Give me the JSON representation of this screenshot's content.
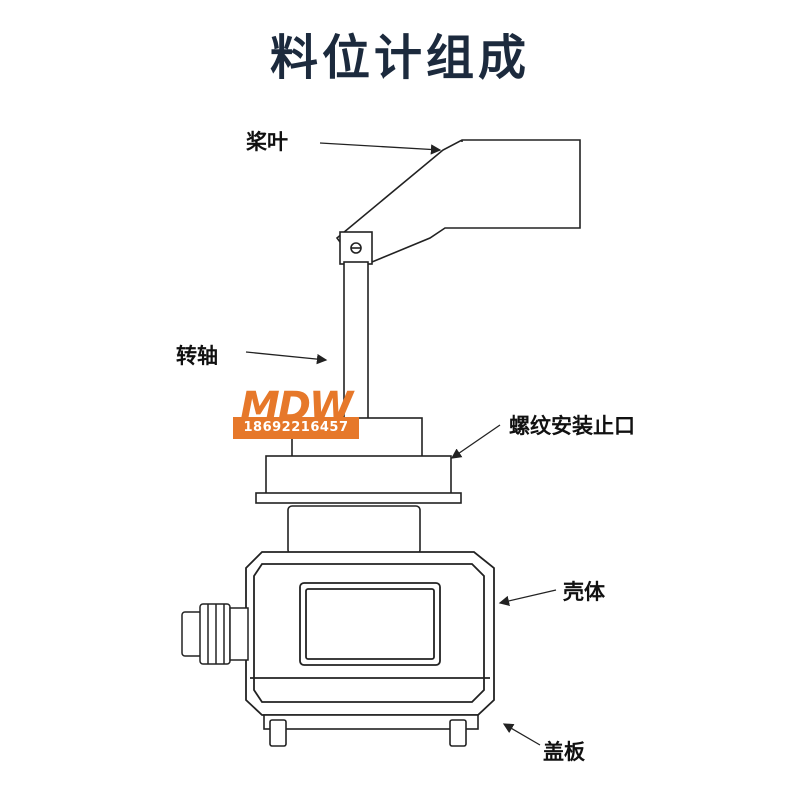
{
  "title": "料位计组成",
  "labels": {
    "paddle": "桨叶",
    "shaft": "转轴",
    "thread_stop": "螺纹安装止口",
    "housing": "壳体",
    "cover": "盖板"
  },
  "logo": {
    "brand": "MDW",
    "phone": "18692216457",
    "color": "#e6782a"
  }
}
